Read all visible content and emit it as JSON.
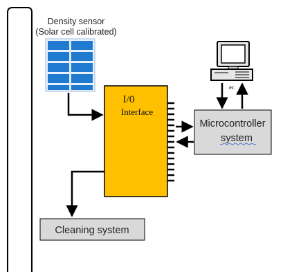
{
  "sensor": {
    "title": "Density sensor",
    "subtitle": "(Solar cell calibrated)"
  },
  "io": {
    "title": "I/0",
    "subtitle": "Interface"
  },
  "micro": {
    "line1": "Microcontroller",
    "line2": "system"
  },
  "pc": {
    "label": "PC"
  },
  "cleaning": {
    "label": "Cleaning system"
  },
  "colors": {
    "io_fill": "#ffc000",
    "box_fill": "#d9d9d9",
    "solar_blue": "#1f7ad0",
    "arrow": "#000000"
  }
}
